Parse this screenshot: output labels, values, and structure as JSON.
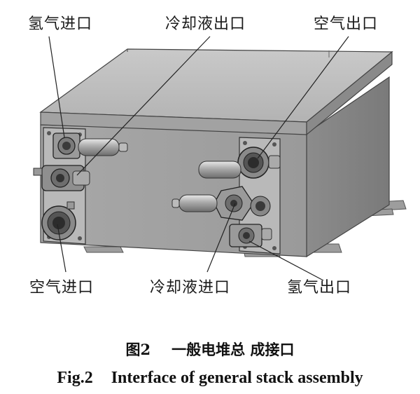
{
  "labels": {
    "hydrogen_in": "氢气进口",
    "coolant_out": "冷却液出口",
    "air_out": "空气出口",
    "air_in": "空气进口",
    "coolant_in": "冷却液进口",
    "hydrogen_out": "氢气出口"
  },
  "caption_cn": {
    "number": "图2",
    "title": "一般电堆总 成接口"
  },
  "caption_en": {
    "number": "Fig.2",
    "title": "Interface of general stack assembly"
  }
}
